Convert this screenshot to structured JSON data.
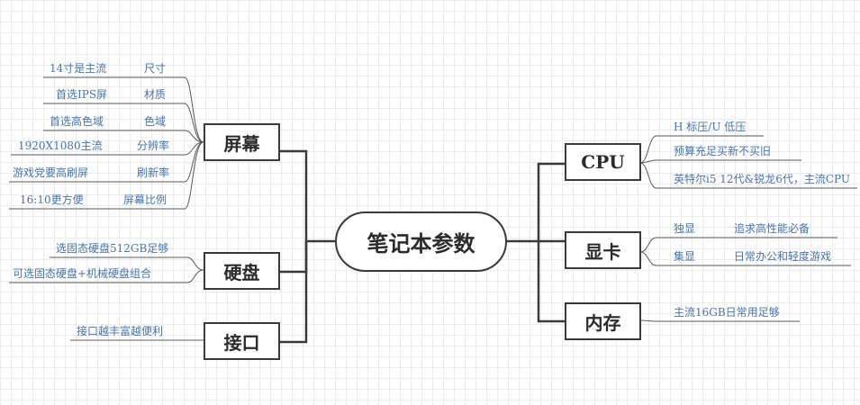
{
  "center": "笔记本参数",
  "left": [
    {
      "label": "屏幕",
      "items": [
        {
          "value": "14寸是主流",
          "label": "尺寸"
        },
        {
          "value": "首选IPS屏",
          "label": "材质"
        },
        {
          "value": "首选高色域",
          "label": "色域"
        },
        {
          "value": "1920X1080主流",
          "label": "分辨率"
        },
        {
          "value": "游戏党要高刷屏",
          "label": "刷新率"
        },
        {
          "value": "16:10更方便",
          "label": "屏幕比例"
        }
      ]
    },
    {
      "label": "硬盘",
      "items": [
        {
          "value": "选固态硬盘512GB足够"
        },
        {
          "value": "可选固态硬盘+机械硬盘组合"
        }
      ]
    },
    {
      "label": "接口",
      "items": [
        {
          "value": "接口越丰富越便利"
        }
      ]
    }
  ],
  "right": [
    {
      "label": "CPU",
      "items": [
        {
          "label": "H 标压/U 低压"
        },
        {
          "label": "预算充足买新不买旧"
        },
        {
          "label": "英特尔i5 12代&锐龙6代，主流CPU"
        }
      ]
    },
    {
      "label": "显卡",
      "items": [
        {
          "label": "独显",
          "value": "追求高性能必备"
        },
        {
          "label": "集显",
          "value": "日常办公和轻度游戏"
        }
      ]
    },
    {
      "label": "内存",
      "items": [
        {
          "label": "主流16GB日常用足够"
        }
      ]
    }
  ]
}
